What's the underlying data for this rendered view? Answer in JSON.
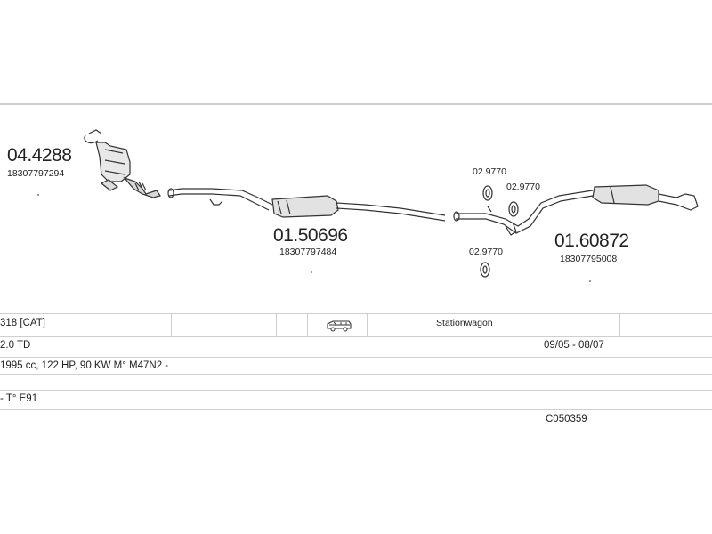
{
  "parts": [
    {
      "number": "04.4288",
      "ref": "18307797294"
    },
    {
      "number": "01.50696",
      "ref": "18307797484"
    },
    {
      "number": "01.60872",
      "ref": "18307795008"
    }
  ],
  "clamps": [
    {
      "number": "02.9770"
    },
    {
      "number": "02.9770"
    },
    {
      "number": "02.9770"
    }
  ],
  "vehicle": {
    "model": "318  [CAT]",
    "body_icon": "station-wagon-icon",
    "body_type": "Stationwagon",
    "engine": "2.0 TD",
    "years": "09/05 - 08/07",
    "details": "1995 cc, 122 HP, 90 KW M° M47N2 -",
    "type_code": "- T° E91",
    "catalog_code": "C050359"
  }
}
